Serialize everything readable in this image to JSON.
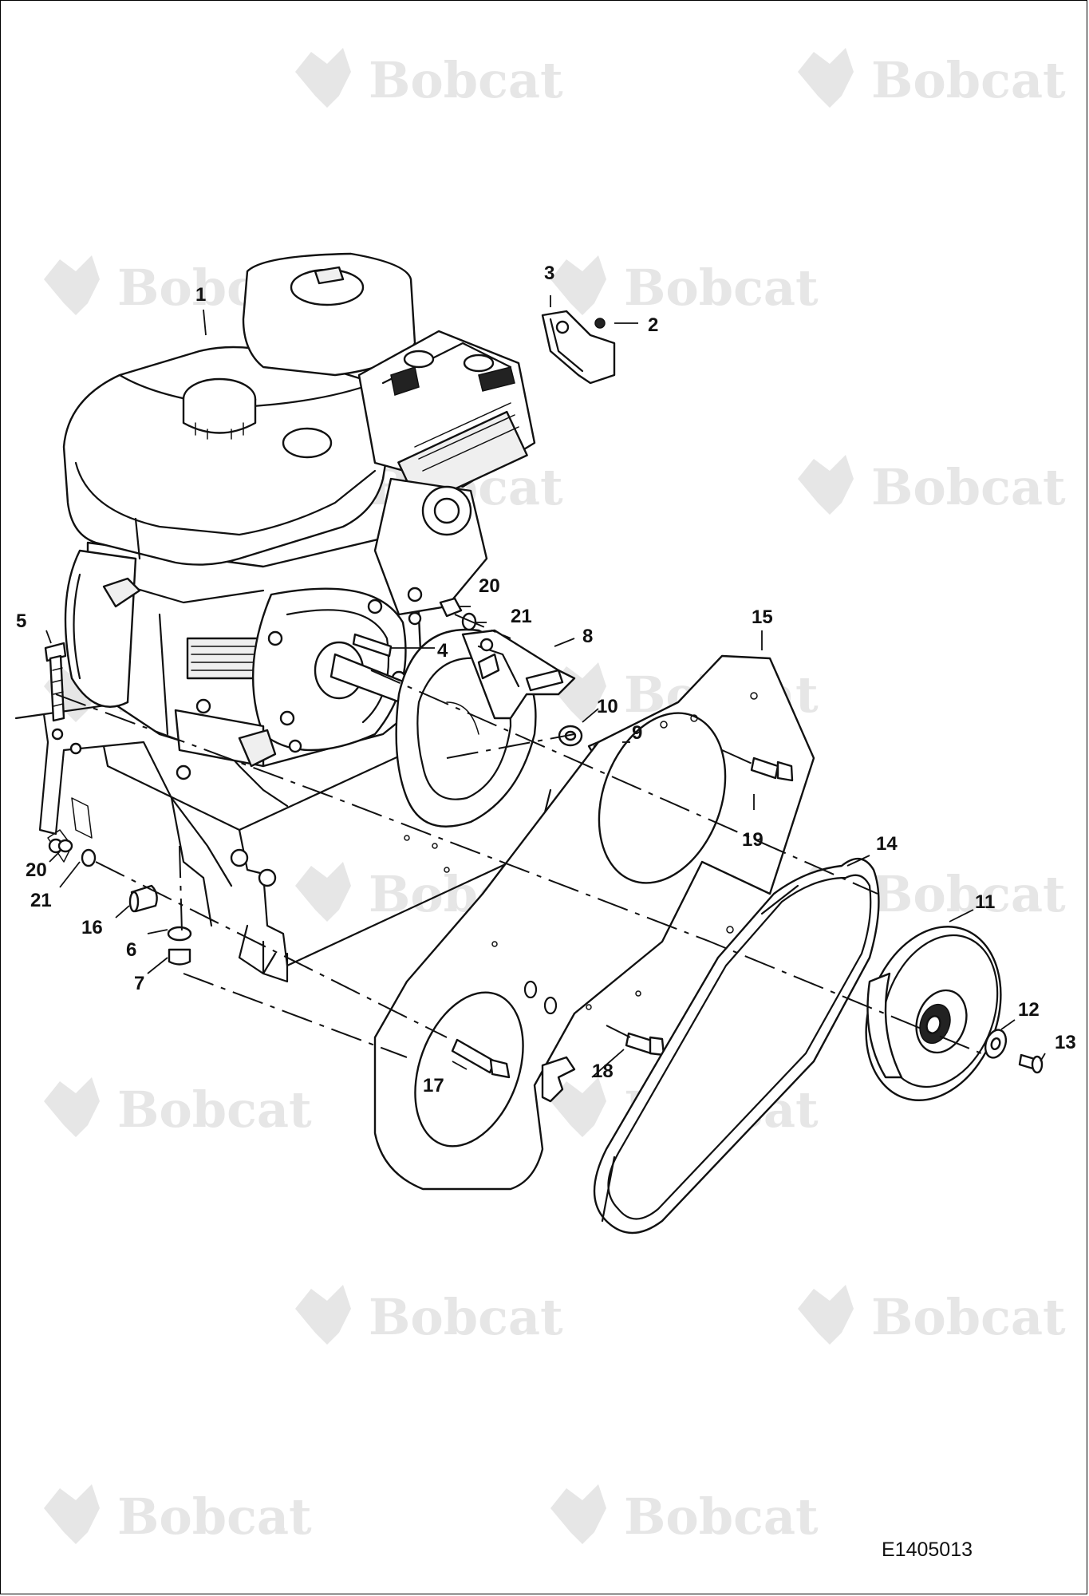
{
  "brand": {
    "watermark_text": "Bobcat",
    "registered_mark": "®"
  },
  "figure_id": "E1405013",
  "callouts": [
    "1",
    "2",
    "3",
    "4",
    "5",
    "6",
    "7",
    "8",
    "9",
    "10",
    "11",
    "12",
    "13",
    "14",
    "15",
    "16",
    "17",
    "18",
    "19",
    "20",
    "21",
    "20",
    "21"
  ],
  "colors": {
    "line": "#111111",
    "watermark": "#e6e6e6",
    "background": "#ffffff"
  }
}
